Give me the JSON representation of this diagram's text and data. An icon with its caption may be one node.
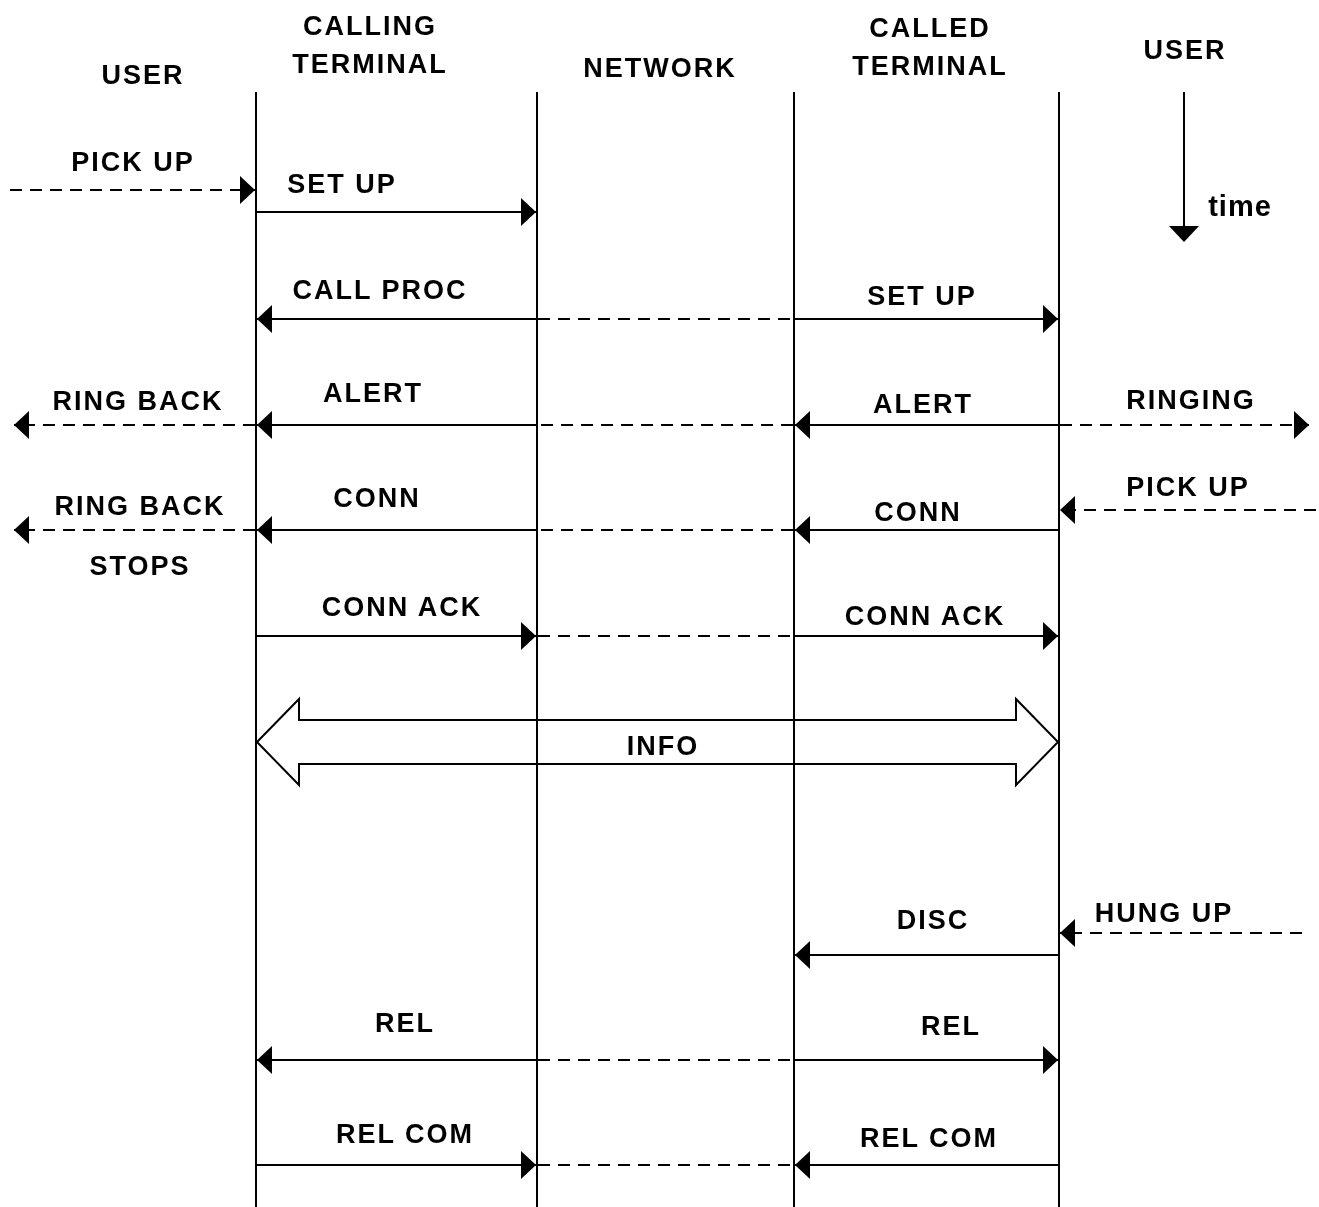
{
  "diagram": {
    "nodes": [
      {
        "text": [],
        "shape": "bar"
      },
      {
        "text": [],
        "shape": "bar"
      },
      {
        "text": [],
        "shape": "bar"
      },
      {
        "text": [],
        "shape": "bar"
      }
    ],
    "edges": [
      {
        "from": null,
        "to": 0,
        "arrow": "to",
        "style": "dashed",
        "label": "PICK UP"
      },
      {
        "from": 0,
        "to": 1,
        "arrow": "to",
        "label": "SET UP"
      },
      {
        "from": 1,
        "to": 0,
        "arrow": "to",
        "label": "CALL PROC"
      },
      {
        "from": 1,
        "to": 2,
        "arrow": "none",
        "style": "dashed"
      },
      {
        "from": 2,
        "to": 3,
        "arrow": "to",
        "label": "SET UP"
      },
      {
        "from": 0,
        "to": null,
        "arrow": "to",
        "style": "dashed",
        "label": "RING BACK"
      },
      {
        "from": 1,
        "to": 0,
        "arrow": "to",
        "label": "ALERT"
      },
      {
        "from": 2,
        "to": 1,
        "arrow": "none",
        "style": "dashed"
      },
      {
        "from": 3,
        "to": 2,
        "arrow": "to",
        "label": "ALERT"
      },
      {
        "from": 3,
        "to": null,
        "arrow": "to",
        "style": "dashed",
        "label": "RINGING"
      },
      {
        "from": 0,
        "to": null,
        "arrow": "to",
        "style": "dashed",
        "label": "RING BACK STOPS"
      },
      {
        "from": 1,
        "to": 0,
        "arrow": "to",
        "label": "CONN"
      },
      {
        "from": 2,
        "to": 1,
        "arrow": "none",
        "style": "dashed"
      },
      {
        "from": 3,
        "to": 2,
        "arrow": "to",
        "label": "CONN"
      },
      {
        "from": null,
        "to": 3,
        "arrow": "to",
        "style": "dashed",
        "label": "PICK UP"
      },
      {
        "from": 0,
        "to": 1,
        "arrow": "to",
        "label": "CONN ACK"
      },
      {
        "from": 1,
        "to": 2,
        "arrow": "none",
        "style": "dashed"
      },
      {
        "from": 2,
        "to": 3,
        "arrow": "to",
        "label": "CONN ACK"
      },
      {
        "from": 0,
        "to": 3,
        "arrow": "both",
        "style": "thick",
        "label": "INFO"
      },
      {
        "from": null,
        "to": 3,
        "arrow": "to",
        "style": "dashed",
        "label": "HUNG UP"
      },
      {
        "from": 3,
        "to": 2,
        "arrow": "to",
        "label": "DISC"
      },
      {
        "from": 1,
        "to": 0,
        "arrow": "to",
        "label": "REL"
      },
      {
        "from": 1,
        "to": 2,
        "arrow": "none",
        "style": "dashed"
      },
      {
        "from": 2,
        "to": 3,
        "arrow": "to",
        "label": "REL"
      },
      {
        "from": 0,
        "to": 1,
        "arrow": "to",
        "label": "REL COM"
      },
      {
        "from": 1,
        "to": 2,
        "arrow": "none",
        "style": "dashed"
      },
      {
        "from": 3,
        "to": 2,
        "arrow": "to",
        "label": "REL COM"
      }
    ],
    "labels": [
      "USER",
      "CALLING TERMINAL",
      "NETWORK",
      "CALLED TERMINAL",
      "USER",
      "time"
    ]
  }
}
